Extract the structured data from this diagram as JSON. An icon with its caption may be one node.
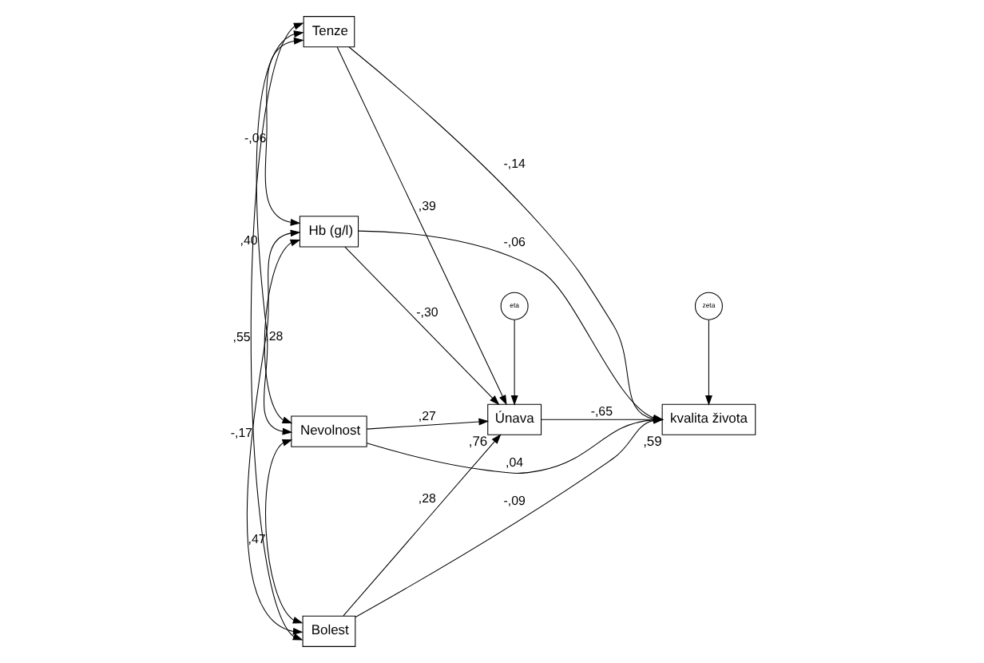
{
  "diagram": {
    "nodes": [
      {
        "text": [
          "Tenze"
        ]
      },
      {
        "text": [
          "Hb (g/l)"
        ]
      },
      {
        "text": [
          "Nevolnost"
        ]
      },
      {
        "text": [
          "Bolest"
        ]
      },
      {
        "text": [
          "Únava"
        ],
        "beside": [
          ",76"
        ]
      },
      {
        "text": [
          "kvalita života"
        ],
        "beside": [
          ",59"
        ]
      },
      {
        "text": [
          "eta"
        ]
      },
      {
        "text": [
          "zeta"
        ]
      }
    ],
    "edges": [
      {
        "from": 0,
        "to": 1,
        "arrow": "both",
        "label": "-,06"
      },
      {
        "from": 0,
        "to": 2,
        "arrow": "both",
        "label": ",40"
      },
      {
        "from": 0,
        "to": 3,
        "arrow": "both",
        "label": ",55"
      },
      {
        "from": 1,
        "to": 2,
        "arrow": "both",
        "label": ",28"
      },
      {
        "from": 1,
        "to": 3,
        "arrow": "both",
        "label": "-,17"
      },
      {
        "from": 2,
        "to": 3,
        "arrow": "both",
        "label": ",47"
      },
      {
        "from": 0,
        "to": 4,
        "arrow": "to",
        "label": ",39"
      },
      {
        "from": 0,
        "to": 5,
        "arrow": "to",
        "label": "-,14"
      },
      {
        "from": 1,
        "to": 4,
        "arrow": "to",
        "label": "-,30"
      },
      {
        "from": 1,
        "to": 5,
        "arrow": "to",
        "label": "-,06"
      },
      {
        "from": 2,
        "to": 4,
        "arrow": "to",
        "label": ",27"
      },
      {
        "from": 2,
        "to": 5,
        "arrow": "to",
        "label": ",04"
      },
      {
        "from": 3,
        "to": 4,
        "arrow": "to",
        "label": ",28"
      },
      {
        "from": 3,
        "to": 5,
        "arrow": "to",
        "label": "-,09"
      },
      {
        "from": 4,
        "to": 5,
        "arrow": "to",
        "label": "-,65"
      },
      {
        "from": 6,
        "to": 4,
        "arrow": "to"
      },
      {
        "from": 7,
        "to": 5,
        "arrow": "to"
      }
    ]
  }
}
